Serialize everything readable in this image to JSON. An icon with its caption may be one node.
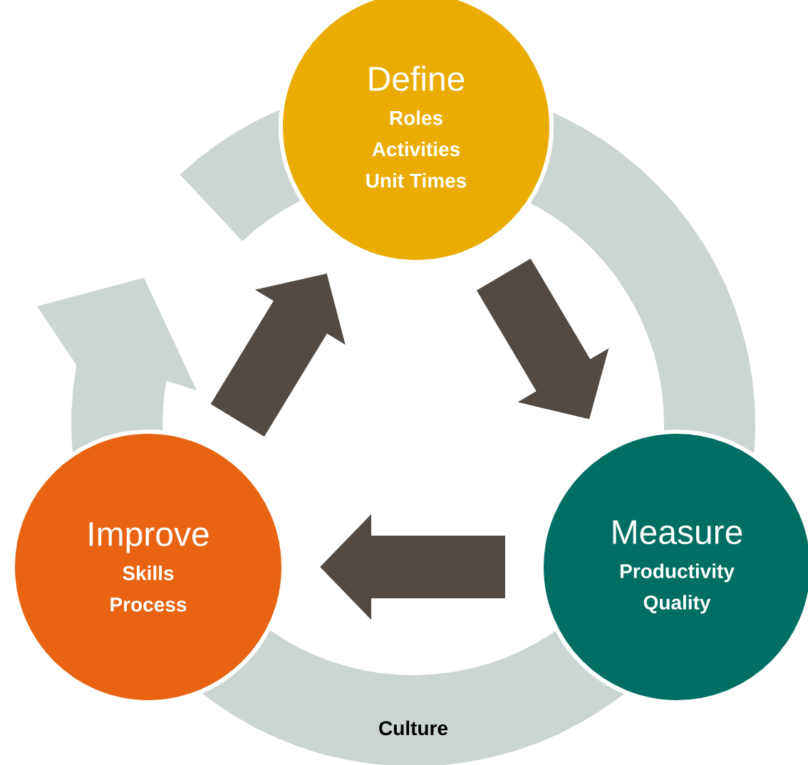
{
  "diagram": {
    "nodes": [
      {
        "text": [
          "Define",
          "Roles",
          "Activities",
          "Unit Times"
        ]
      },
      {
        "text": [
          "Measure",
          "Productivity",
          "Quality"
        ]
      },
      {
        "text": [
          "Improve",
          "Skills",
          "Process"
        ]
      },
      {
        "text": [
          "Culture"
        ]
      }
    ],
    "edges": [
      {
        "from": 0,
        "to": 1,
        "arrow": "to"
      },
      {
        "from": 1,
        "to": 2,
        "arrow": "to"
      },
      {
        "from": 2,
        "to": 0,
        "arrow": "to"
      }
    ]
  }
}
